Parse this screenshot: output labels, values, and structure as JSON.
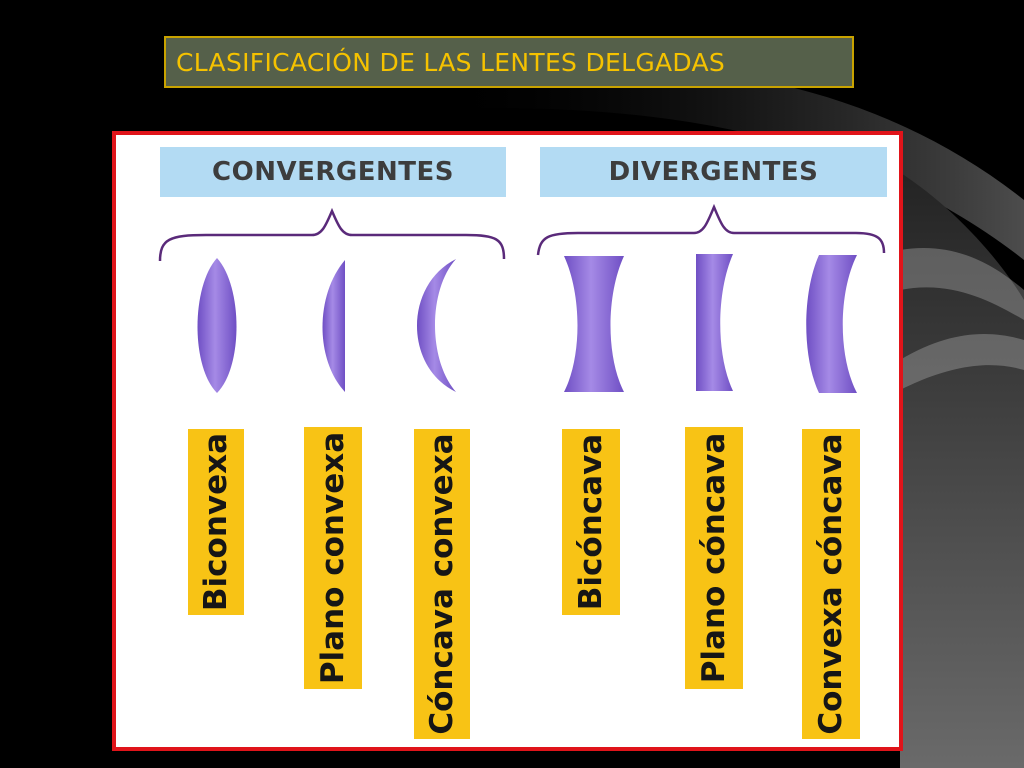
{
  "title": "CLASIFICACIÓN DE LAS LENTES DELGADAS",
  "colors": {
    "title_text": "#f5c200",
    "title_bg": "#55604a",
    "frame_border": "#e0141a",
    "header_bg": "#b3dbf3",
    "lens_fill": "#8c6cd4",
    "label_bg": "#f8c315"
  },
  "groups": [
    {
      "name": "CONVERGENTES",
      "lenses": [
        {
          "label": "Biconvexa",
          "shape": "biconvex-lens-icon"
        },
        {
          "label": "Plano convexa",
          "shape": "plano-convex-lens-icon"
        },
        {
          "label": "Cóncava convexa",
          "shape": "concave-convex-lens-icon"
        }
      ]
    },
    {
      "name": "DIVERGENTES",
      "lenses": [
        {
          "label": "Bicóncava",
          "shape": "biconcave-lens-icon"
        },
        {
          "label": "Plano cóncava",
          "shape": "plano-concave-lens-icon"
        },
        {
          "label": "Convexa cóncava",
          "shape": "convex-concave-lens-icon"
        }
      ]
    }
  ]
}
